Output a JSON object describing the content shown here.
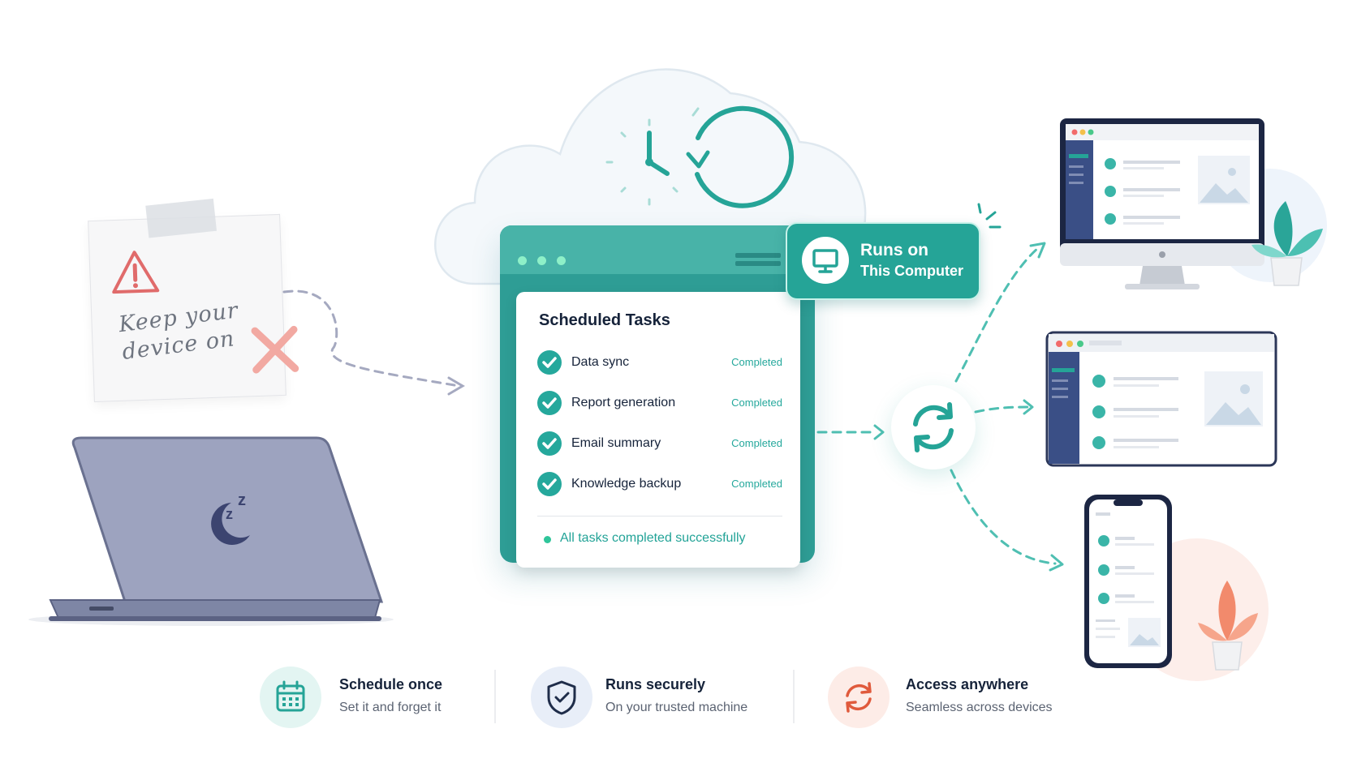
{
  "note": {
    "text": "Keep your\ndevice on",
    "warning_icon": "warning-triangle-icon",
    "cross_icon": "x-mark-icon"
  },
  "laptop": {
    "icon": "sleeping-moon-zzz-icon"
  },
  "cloud": {
    "icon": "clock-cycle-icon"
  },
  "window": {
    "title": "Scheduled Tasks",
    "tasks": [
      {
        "name": "Data sync",
        "status": "Completed"
      },
      {
        "name": "Report generation",
        "status": "Completed"
      },
      {
        "name": "Email summary",
        "status": "Completed"
      },
      {
        "name": "Knowledge backup",
        "status": "Completed"
      }
    ],
    "footer": "All tasks completed successfully"
  },
  "badge": {
    "line1": "Runs on",
    "line2": "This Computer",
    "icon": "monitor-icon"
  },
  "sync_icon": "sync-arrows-icon",
  "features": [
    {
      "title": "Schedule once",
      "subtitle": "Set it and forget it",
      "icon": "calendar-icon",
      "color": "#25a497"
    },
    {
      "title": "Runs securely",
      "subtitle": "On your trusted machine",
      "icon": "shield-check-icon",
      "color": "#1f2d4a"
    },
    {
      "title": "Access anywhere",
      "subtitle": "Seamless across devices",
      "icon": "refresh-icon",
      "color": "#e05a3c"
    }
  ],
  "colors": {
    "teal": "#25a497",
    "navy": "#1f2d4a",
    "coral": "#e05a3c",
    "warning": "#e06b6b"
  }
}
